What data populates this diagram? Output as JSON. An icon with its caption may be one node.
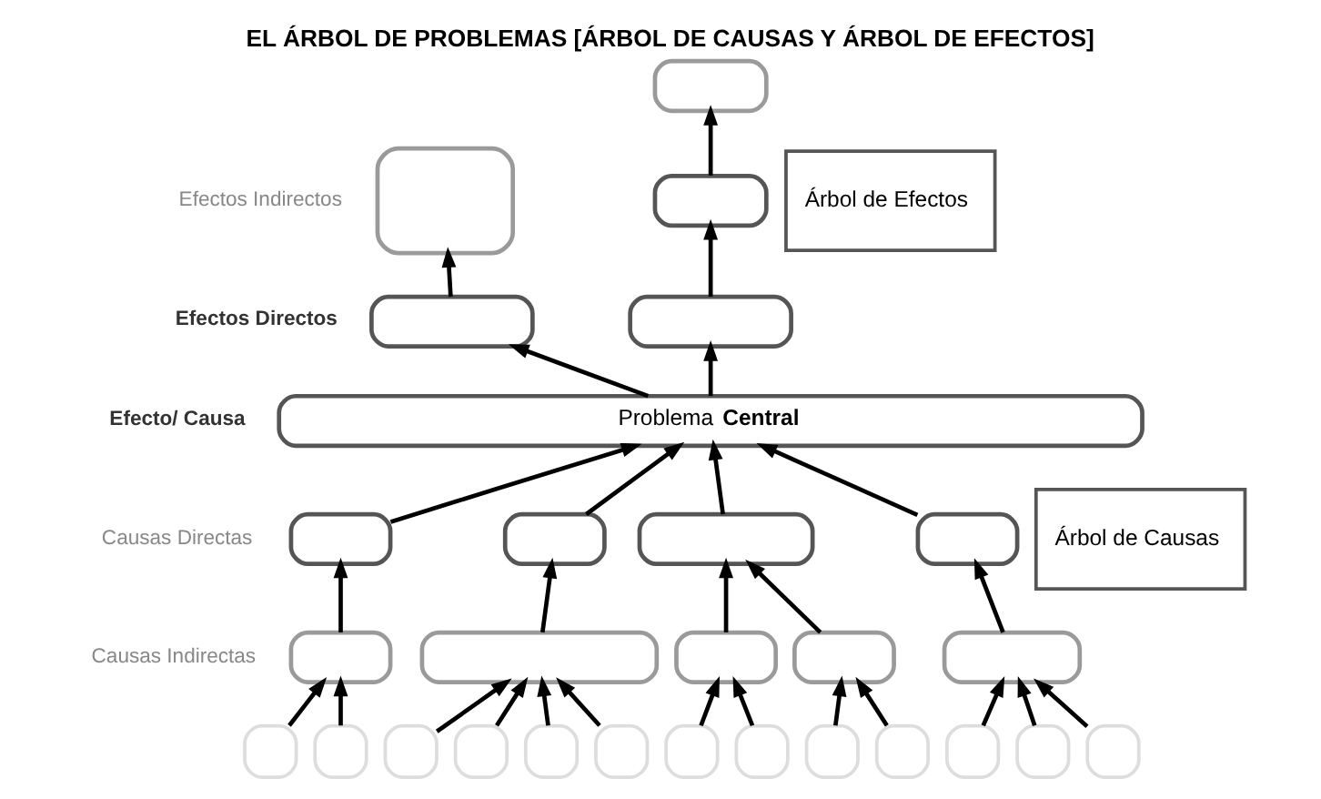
{
  "diagram": {
    "title": "EL ÁRBOL DE PROBLEMAS [ÁRBOL DE CAUSAS Y ÁRBOL DE EFECTOS]",
    "nodes": [
      {
        "text": [],
        "shape": "box"
      },
      {
        "text": [],
        "shape": "box"
      },
      {
        "text": [],
        "shape": "box"
      },
      {
        "text": [],
        "shape": "box"
      },
      {
        "text": [],
        "shape": "box"
      },
      {
        "text": [
          "Problema **Central**"
        ]
      },
      {
        "text": [],
        "shape": "box"
      },
      {
        "text": [],
        "shape": "box"
      },
      {
        "text": [],
        "shape": "box"
      },
      {
        "text": [],
        "shape": "box"
      },
      {
        "text": [],
        "shape": "box"
      },
      {
        "text": [],
        "shape": "box"
      },
      {
        "text": [],
        "shape": "box"
      },
      {
        "text": [],
        "shape": "box"
      },
      {
        "text": [],
        "shape": "box"
      },
      {
        "text": [],
        "shape": "box"
      },
      {
        "text": [],
        "shape": "box"
      },
      {
        "text": [],
        "shape": "box"
      },
      {
        "text": [],
        "shape": "box"
      },
      {
        "text": [],
        "shape": "box"
      },
      {
        "text": [],
        "shape": "box"
      },
      {
        "text": [],
        "shape": "box"
      },
      {
        "text": [],
        "shape": "box"
      },
      {
        "text": [],
        "shape": "box"
      },
      {
        "text": [],
        "shape": "box"
      },
      {
        "text": [],
        "shape": "box"
      },
      {
        "text": [],
        "shape": "box"
      },
      {
        "text": [],
        "shape": "box"
      },
      {
        "text": [
          "Árbol de Efectos"
        ]
      },
      {
        "text": [
          "Árbol de Causas"
        ]
      }
    ],
    "edges": [
      {
        "from": 3,
        "to": 1,
        "arrow": "to"
      },
      {
        "from": 4,
        "to": 2,
        "arrow": "to"
      },
      {
        "from": 2,
        "to": 0,
        "arrow": "to"
      },
      {
        "from": 5,
        "to": 3,
        "arrow": "to"
      },
      {
        "from": 5,
        "to": 4,
        "arrow": "to"
      },
      {
        "from": 6,
        "to": 5,
        "arrow": "to"
      },
      {
        "from": 7,
        "to": 5,
        "arrow": "to"
      },
      {
        "from": 8,
        "to": 5,
        "arrow": "to"
      },
      {
        "from": 9,
        "to": 5,
        "arrow": "to"
      },
      {
        "from": 10,
        "to": 6,
        "arrow": "to"
      },
      {
        "from": 11,
        "to": 7,
        "arrow": "to"
      },
      {
        "from": 12,
        "to": 8,
        "arrow": "to"
      },
      {
        "from": 13,
        "to": 8,
        "arrow": "to"
      },
      {
        "from": 14,
        "to": 9,
        "arrow": "to"
      },
      {
        "from": 15,
        "to": 10,
        "arrow": "to"
      },
      {
        "from": 16,
        "to": 10,
        "arrow": "to"
      },
      {
        "from": 17,
        "to": 11,
        "arrow": "to"
      },
      {
        "from": 18,
        "to": 11,
        "arrow": "to"
      },
      {
        "from": 19,
        "to": 11,
        "arrow": "to"
      },
      {
        "from": 20,
        "to": 11,
        "arrow": "to"
      },
      {
        "from": 21,
        "to": 12,
        "arrow": "to"
      },
      {
        "from": 22,
        "to": 12,
        "arrow": "to"
      },
      {
        "from": 23,
        "to": 13,
        "arrow": "to"
      },
      {
        "from": 24,
        "to": 13,
        "arrow": "to"
      },
      {
        "from": 25,
        "to": 14,
        "arrow": "to"
      },
      {
        "from": 26,
        "to": 14,
        "arrow": "to"
      },
      {
        "from": 27,
        "to": 14,
        "arrow": "to"
      }
    ],
    "labels": [
      "Efectos Indirectos",
      "Efectos Directos",
      "Efecto/ Causa",
      "Causas Directas",
      "Causas Indirectas"
    ]
  }
}
